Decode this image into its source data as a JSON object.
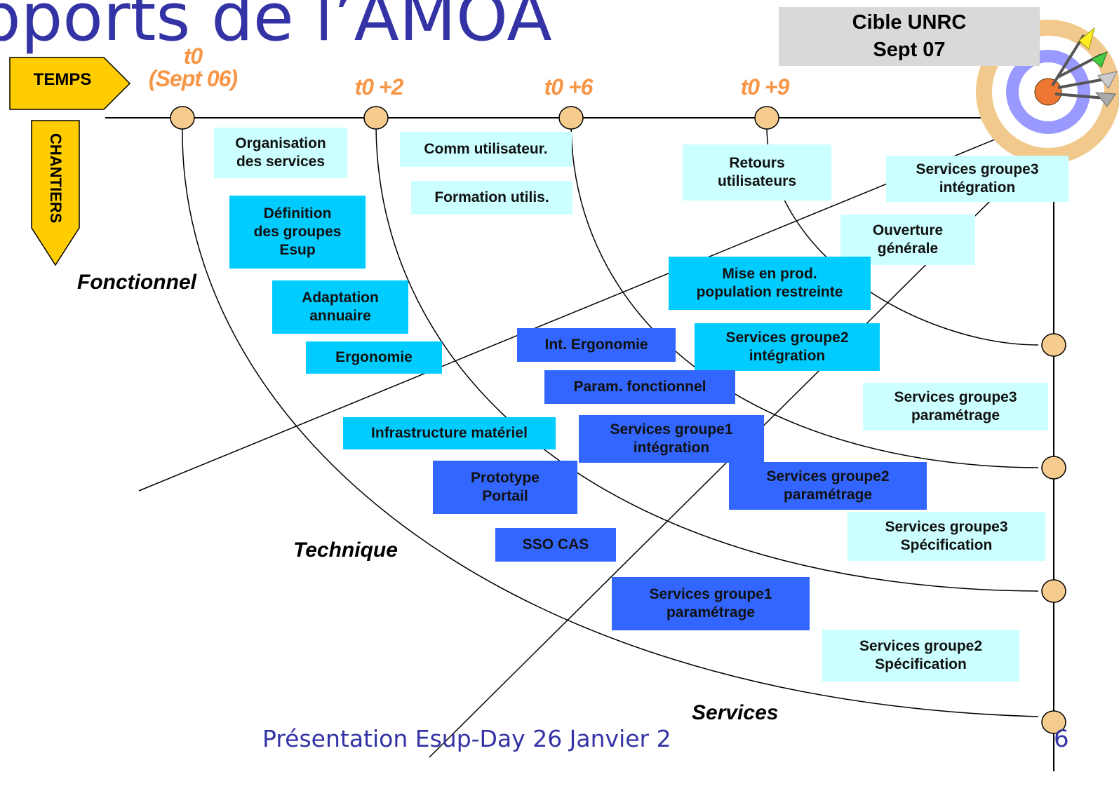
{
  "title": "pports de l’AMOA",
  "target": {
    "label": "Cible UNRC\nSept 07"
  },
  "temps_label": "TEMPS",
  "chantiers_label": "CHANTIERS",
  "timeline": [
    {
      "id": "t0",
      "label": "t0\n(Sept 06)"
    },
    {
      "id": "t2",
      "label": "t0 +2"
    },
    {
      "id": "t6",
      "label": "t0 +6"
    },
    {
      "id": "t9",
      "label": "t0 +9"
    }
  ],
  "axes": {
    "fonctionnel": "Fonctionnel",
    "technique": "Technique",
    "services": "Services"
  },
  "boxes": [
    {
      "id": "organisation-services",
      "text": "Organisation\ndes services",
      "style": "light"
    },
    {
      "id": "comm-utilisateur",
      "text": "Comm utilisateur.",
      "style": "light"
    },
    {
      "id": "formation-utilis",
      "text": "Formation utilis.",
      "style": "light"
    },
    {
      "id": "retours-utilisateurs",
      "text": "Retours\nutilisateurs",
      "style": "light"
    },
    {
      "id": "sg3-integration",
      "text": "Services groupe3\nintégration",
      "style": "light"
    },
    {
      "id": "definition-groupes",
      "text": "Définition\ndes groupes\nEsup",
      "style": "med"
    },
    {
      "id": "ouverture-generale",
      "text": "Ouverture\ngénérale",
      "style": "light"
    },
    {
      "id": "mise-en-prod",
      "text": "Mise en prod.\npopulation restreinte",
      "style": "med"
    },
    {
      "id": "adaptation-annuaire",
      "text": "Adaptation\nannuaire",
      "style": "med"
    },
    {
      "id": "int-ergonomie",
      "text": "Int. Ergonomie",
      "style": "dark"
    },
    {
      "id": "sg2-integration",
      "text": "Services groupe2\nintégration",
      "style": "med"
    },
    {
      "id": "ergonomie",
      "text": "Ergonomie",
      "style": "med"
    },
    {
      "id": "param-fonctionnel",
      "text": "Param. fonctionnel",
      "style": "dark"
    },
    {
      "id": "sg3-parametrage",
      "text": "Services groupe3\nparamétrage",
      "style": "light"
    },
    {
      "id": "infrastructure-materiel",
      "text": "Infrastructure matériel",
      "style": "med"
    },
    {
      "id": "sg1-integration",
      "text": "Services groupe1\nintégration",
      "style": "dark"
    },
    {
      "id": "prototype-portail",
      "text": "Prototype\nPortail",
      "style": "dark"
    },
    {
      "id": "sg2-parametrage",
      "text": "Services groupe2\nparamétrage",
      "style": "dark"
    },
    {
      "id": "sg3-specification",
      "text": "Services groupe3\nSpécification",
      "style": "light"
    },
    {
      "id": "sso-cas",
      "text": "SSO CAS",
      "style": "dark"
    },
    {
      "id": "sg1-parametrage",
      "text": "Services groupe1\nparamétrage",
      "style": "dark"
    },
    {
      "id": "sg2-specification",
      "text": "Services groupe2\nSpécification",
      "style": "light"
    }
  ],
  "colors": {
    "title": "#3333a6",
    "light_box": "#ccffff",
    "medium_box": "#00ccff",
    "dark_box": "#3366ff",
    "milestone": "#f5cc8e",
    "time_label": "#f79646",
    "arrow": "#ffcc00"
  },
  "footer": {
    "text": "Présentation Esup-Day 26 Janvier 2",
    "page": "6"
  }
}
